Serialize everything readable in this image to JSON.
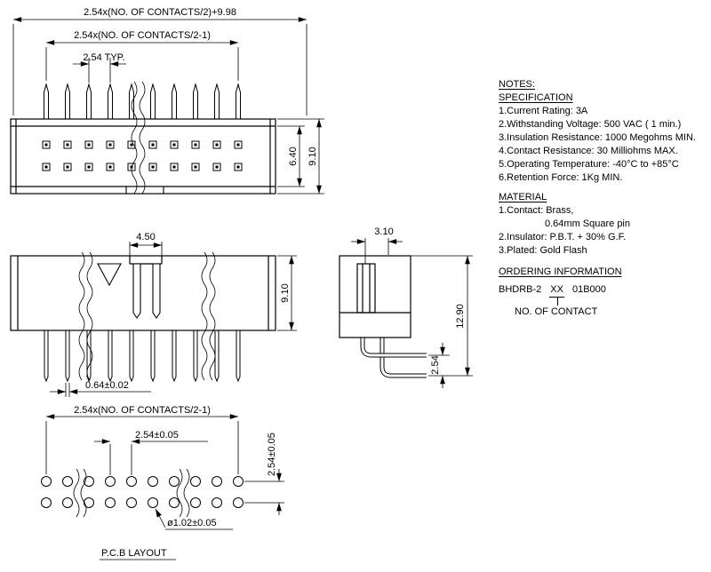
{
  "drawing": {
    "top_view": {
      "dim_overall": "2.54x(NO. OF CONTACTS/2)+9.98",
      "dim_span": "2.54x(NO. OF CONTACTS/2-1)",
      "dim_pitch": "2.54 TYP.",
      "dim_inner_height": "6.40",
      "dim_height": "9.10"
    },
    "front_view": {
      "dim_slot_width": "4.50",
      "dim_height": "9.10",
      "dim_pin_width": "0.64±0.02"
    },
    "side_view": {
      "dim_pin_offset": "3.10",
      "dim_overall_height": "12.90",
      "dim_row_pitch": "2.54"
    },
    "pcb_layout": {
      "dim_span": "2.54x(NO. OF CONTACTS/2-1)",
      "dim_pitch": "2.54±0.05",
      "dim_row_pitch": "2.54±0.05",
      "dim_hole": "ø1.02±0.05",
      "caption": "P.C.B LAYOUT"
    }
  },
  "notes": {
    "title": "NOTES:",
    "spec_title": "SPECIFICATION",
    "spec_items": [
      "1.Current Rating: 3A",
      "2.Withstanding Voltage: 500 VAC ( 1 min.)",
      "3.Insulation Resistance: 1000 Megohms MIN.",
      "4.Contact Resistance: 30 Milliohms MAX.",
      "5.Operating Temperature: -40°C to +85°C",
      "6.Retention Force: 1Kg MIN."
    ],
    "material_title": "MATERIAL",
    "material_items": [
      "1.Contact: Brass,",
      "0.64mm Square pin",
      "2.Insulator: P.B.T. + 30% G.F.",
      "3.Plated: Gold Flash"
    ],
    "ordering_title": "ORDERING INFORMATION",
    "ordering_prefix": "BHDRB-2",
    "ordering_variable": "XX",
    "ordering_suffix": "01B000",
    "ordering_note": "NO. OF CONTACT"
  },
  "colors": {
    "ink": "#000000",
    "paper": "#ffffff"
  }
}
